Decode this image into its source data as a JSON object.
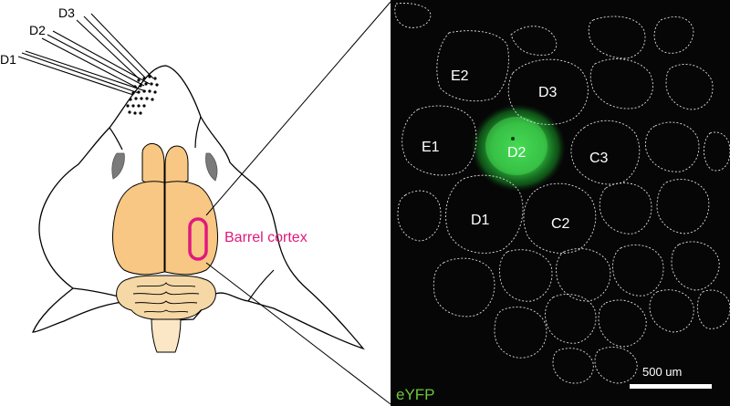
{
  "whisker_labels": [
    "D3",
    "D2",
    "D1"
  ],
  "region_label": "Barrel cortex",
  "barrel_labels": [
    "E2",
    "D3",
    "E1",
    "D2",
    "C3",
    "D1",
    "C2"
  ],
  "fluorescence_label": "eYFP",
  "scale_bar_label": "500 um",
  "colors": {
    "brain": "#f7c783",
    "cerebellum": "#f5d8a6",
    "highlight": "#e0197d",
    "background_panel": "#060606",
    "fluorescence": "#39d448",
    "label_fluor": "#6ec63b"
  }
}
